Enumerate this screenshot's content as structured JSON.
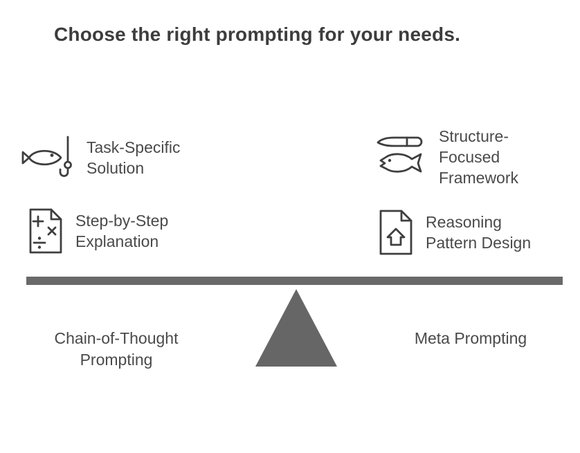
{
  "title": "Choose the right prompting for your needs.",
  "left_items": [
    {
      "icon": "fish-and-hook-icon",
      "label": "Task-Specific\nSolution"
    },
    {
      "icon": "math-worksheet-icon",
      "label": "Step-by-Step\nExplanation"
    }
  ],
  "right_items": [
    {
      "icon": "knife-and-fish-icon",
      "label": "Structure-\nFocused\nFramework"
    },
    {
      "icon": "document-home-arrow-icon",
      "label": "Reasoning\nPattern Design"
    }
  ],
  "seesaw": {
    "left_label": "Chain-of-Thought\nPrompting",
    "right_label": "Meta Prompting",
    "beam_color": "#696969",
    "fulcrum_color": "#666666"
  },
  "colors": {
    "title_text": "#3d3d3d",
    "body_text": "#4a4a4a",
    "icon_stroke": "#3f3f3f",
    "background": "#ffffff"
  }
}
